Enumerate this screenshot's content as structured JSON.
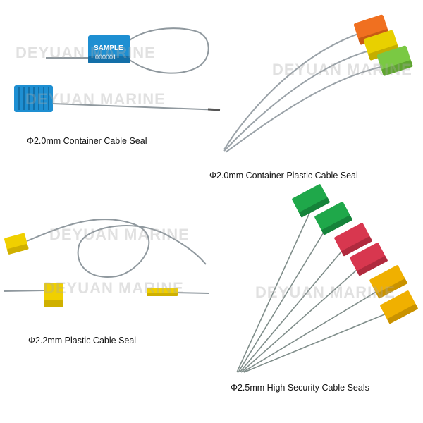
{
  "watermark": "DEYUAN MARINE",
  "products": [
    {
      "caption": "Φ2.0mm Container Cable Seal",
      "sample_text": "SAMPLE",
      "sample_number": "000001",
      "color": "#1e8fd2"
    },
    {
      "caption": "Φ2.0mm Container Plastic Cable Seal",
      "colors": [
        "#f07020",
        "#e8d000",
        "#7ac943"
      ]
    },
    {
      "caption": "Φ2.2mm Plastic Cable Seal",
      "color": "#f0d000"
    },
    {
      "caption": "Φ2.5mm High Security Cable Seals",
      "colors": [
        "#1fa84a",
        "#1fa84a",
        "#d8374f",
        "#d8374f",
        "#f0b000",
        "#f0b000"
      ]
    }
  ]
}
